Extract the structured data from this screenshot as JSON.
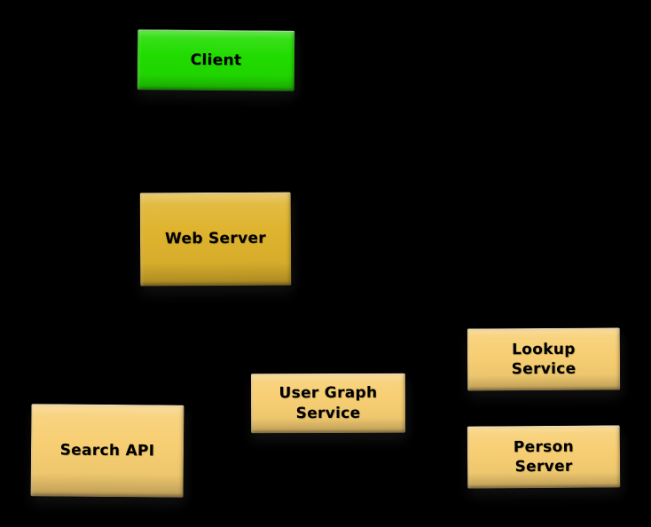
{
  "diagram": {
    "background_color": "#000000",
    "text_color": "#000000",
    "nodes": [
      {
        "id": "client",
        "label": "Client",
        "fill": "#21DC00"
      },
      {
        "id": "web-server",
        "label": "Web Server",
        "fill": "#DFB32D"
      },
      {
        "id": "search-api",
        "label": "Search API",
        "fill": "#F7CE72"
      },
      {
        "id": "user-graph-service",
        "label": "User Graph\nService",
        "fill": "#F7CE72"
      },
      {
        "id": "lookup-service",
        "label": "Lookup\nService",
        "fill": "#F7CE72"
      },
      {
        "id": "person-server",
        "label": "Person\nServer",
        "fill": "#F7CE72"
      }
    ]
  }
}
